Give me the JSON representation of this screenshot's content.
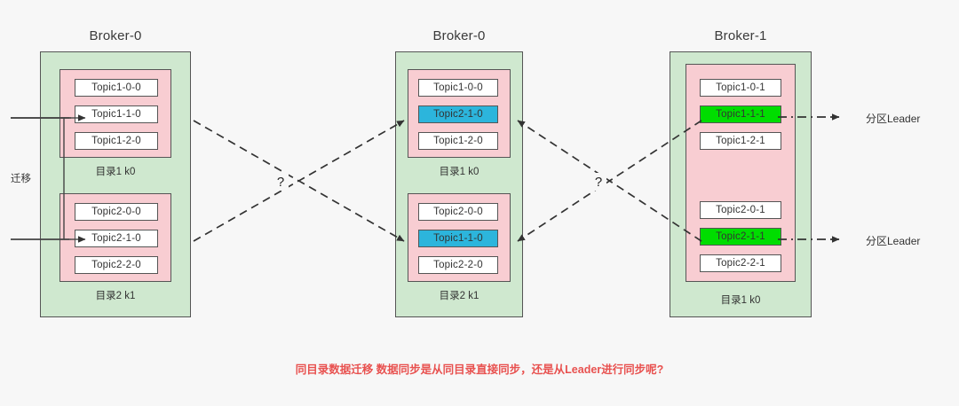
{
  "brokers": [
    {
      "title": "Broker-0",
      "dirs": [
        {
          "label": "目录1 k0",
          "partitions": [
            {
              "text": "Topic1-0-0",
              "style": "plain"
            },
            {
              "text": "Topic1-1-0",
              "style": "plain"
            },
            {
              "text": "Topic1-2-0",
              "style": "plain"
            }
          ]
        },
        {
          "label": "目录2 k1",
          "partitions": [
            {
              "text": "Topic2-0-0",
              "style": "plain"
            },
            {
              "text": "Topic2-1-0",
              "style": "plain"
            },
            {
              "text": "Topic2-2-0",
              "style": "plain"
            }
          ]
        }
      ]
    },
    {
      "title": "Broker-0",
      "dirs": [
        {
          "label": "目录1  k0",
          "partitions": [
            {
              "text": "Topic1-0-0",
              "style": "plain"
            },
            {
              "text": "Topic2-1-0",
              "style": "blue"
            },
            {
              "text": "Topic1-2-0",
              "style": "plain"
            }
          ]
        },
        {
          "label": "目录2  k1",
          "partitions": [
            {
              "text": "Topic2-0-0",
              "style": "plain"
            },
            {
              "text": "Topic1-1-0",
              "style": "blue"
            },
            {
              "text": "Topic2-2-0",
              "style": "plain"
            }
          ]
        }
      ]
    },
    {
      "title": "Broker-1",
      "dirs": [
        {
          "label": "目录1  k0",
          "partitions": [
            {
              "text": "Topic1-0-1",
              "style": "plain"
            },
            {
              "text": "Topic1-1-1",
              "style": "green"
            },
            {
              "text": "Topic1-2-1",
              "style": "plain"
            },
            {
              "text": "Topic2-0-1",
              "style": "plain"
            },
            {
              "text": "Topic2-1-1",
              "style": "green"
            },
            {
              "text": "Topic2-2-1",
              "style": "plain"
            }
          ]
        }
      ]
    }
  ],
  "annotations": {
    "migrate_label": "迁移",
    "question_mark_left": "?",
    "question_mark_right": "?",
    "leader_label_top": "分区Leader",
    "leader_label_bottom": "分区Leader"
  },
  "caption": "同目录数据迁移 数据同步是从同目录直接同步，还是从Leader进行同步呢?",
  "colors": {
    "broker_fill": "#cfe8cf",
    "dir_fill": "#f8cdd2",
    "partition_fill": "#ffffff",
    "highlight_blue": "#2cb5dc",
    "highlight_green": "#00dd00",
    "stroke": "#555555",
    "caption_color": "#e8514f",
    "background": "#f7f7f7"
  }
}
